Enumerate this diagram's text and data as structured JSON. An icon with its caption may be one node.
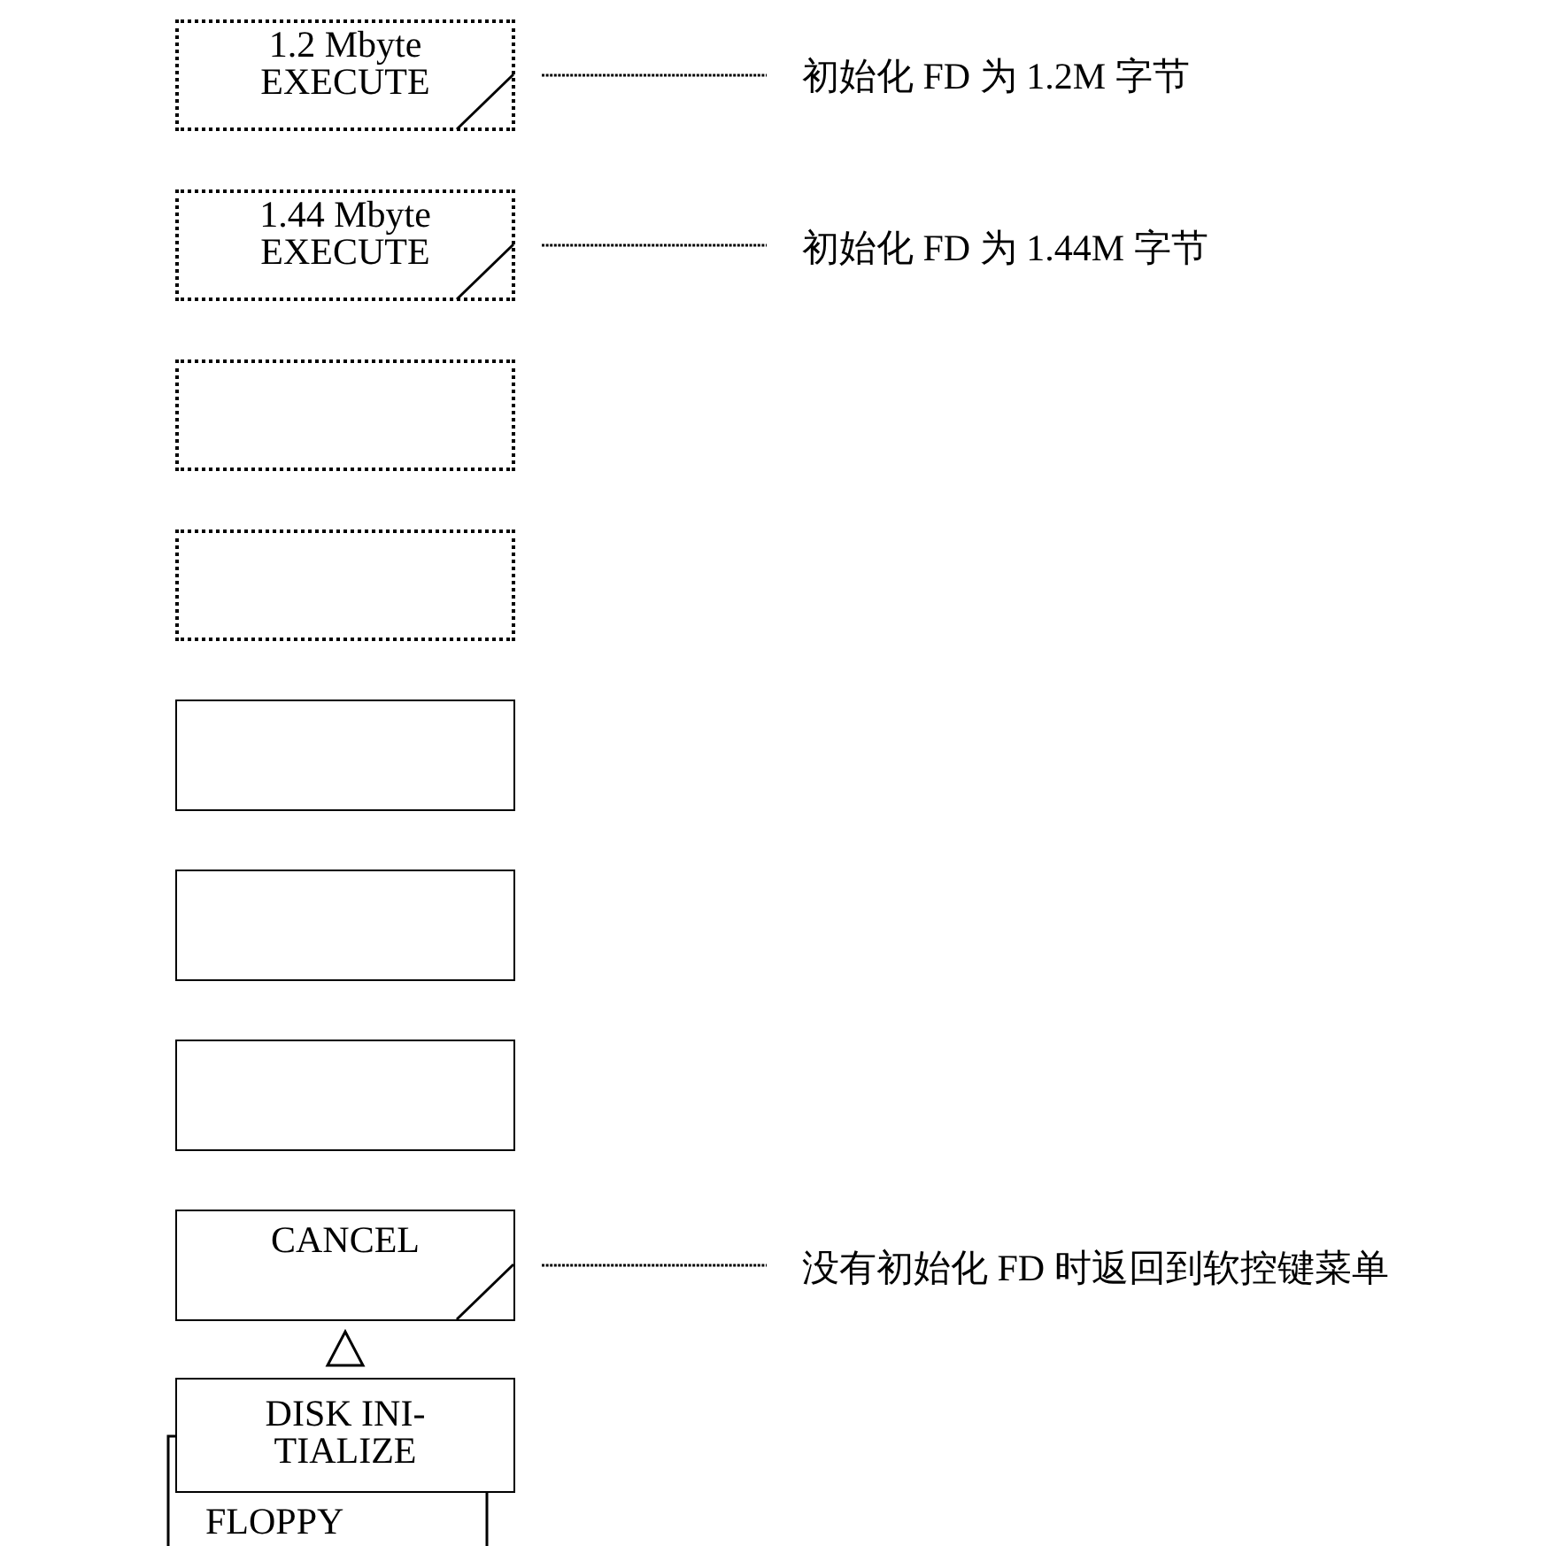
{
  "diagram": {
    "nodes": [
      {
        "text": [
          "1.2 Mbyte EXECUTE"
        ]
      },
      {
        "text": [
          "1.44 Mbyte EXECUTE"
        ]
      },
      {
        "text": [],
        "shape": "box"
      },
      {
        "text": [],
        "shape": "box"
      },
      {
        "text": [],
        "shape": "box"
      },
      {
        "text": [],
        "shape": "box"
      },
      {
        "text": [],
        "shape": "box"
      },
      {
        "text": [
          "CANCEL"
        ]
      },
      {
        "text": [
          "DISK INI- TIALIZE"
        ],
        "beside": [
          "FLOPPY"
        ]
      },
      {
        "text": [
          "初始化 FD 为 1.2M 字节"
        ]
      },
      {
        "text": [
          "初始化 FD 为 1.44M 字节"
        ]
      },
      {
        "text": [
          "没有初始化 FD 时返回到软控键菜单"
        ]
      }
    ],
    "edges": [
      {
        "from": 0,
        "to": 9,
        "arrow": "none",
        "style": "dashed"
      },
      {
        "from": 1,
        "to": 10,
        "arrow": "none",
        "style": "dashed"
      },
      {
        "from": 7,
        "to": 11,
        "arrow": "none",
        "style": "dashed"
      },
      {
        "from": 8,
        "to": 7,
        "arrow": "to"
      }
    ]
  }
}
